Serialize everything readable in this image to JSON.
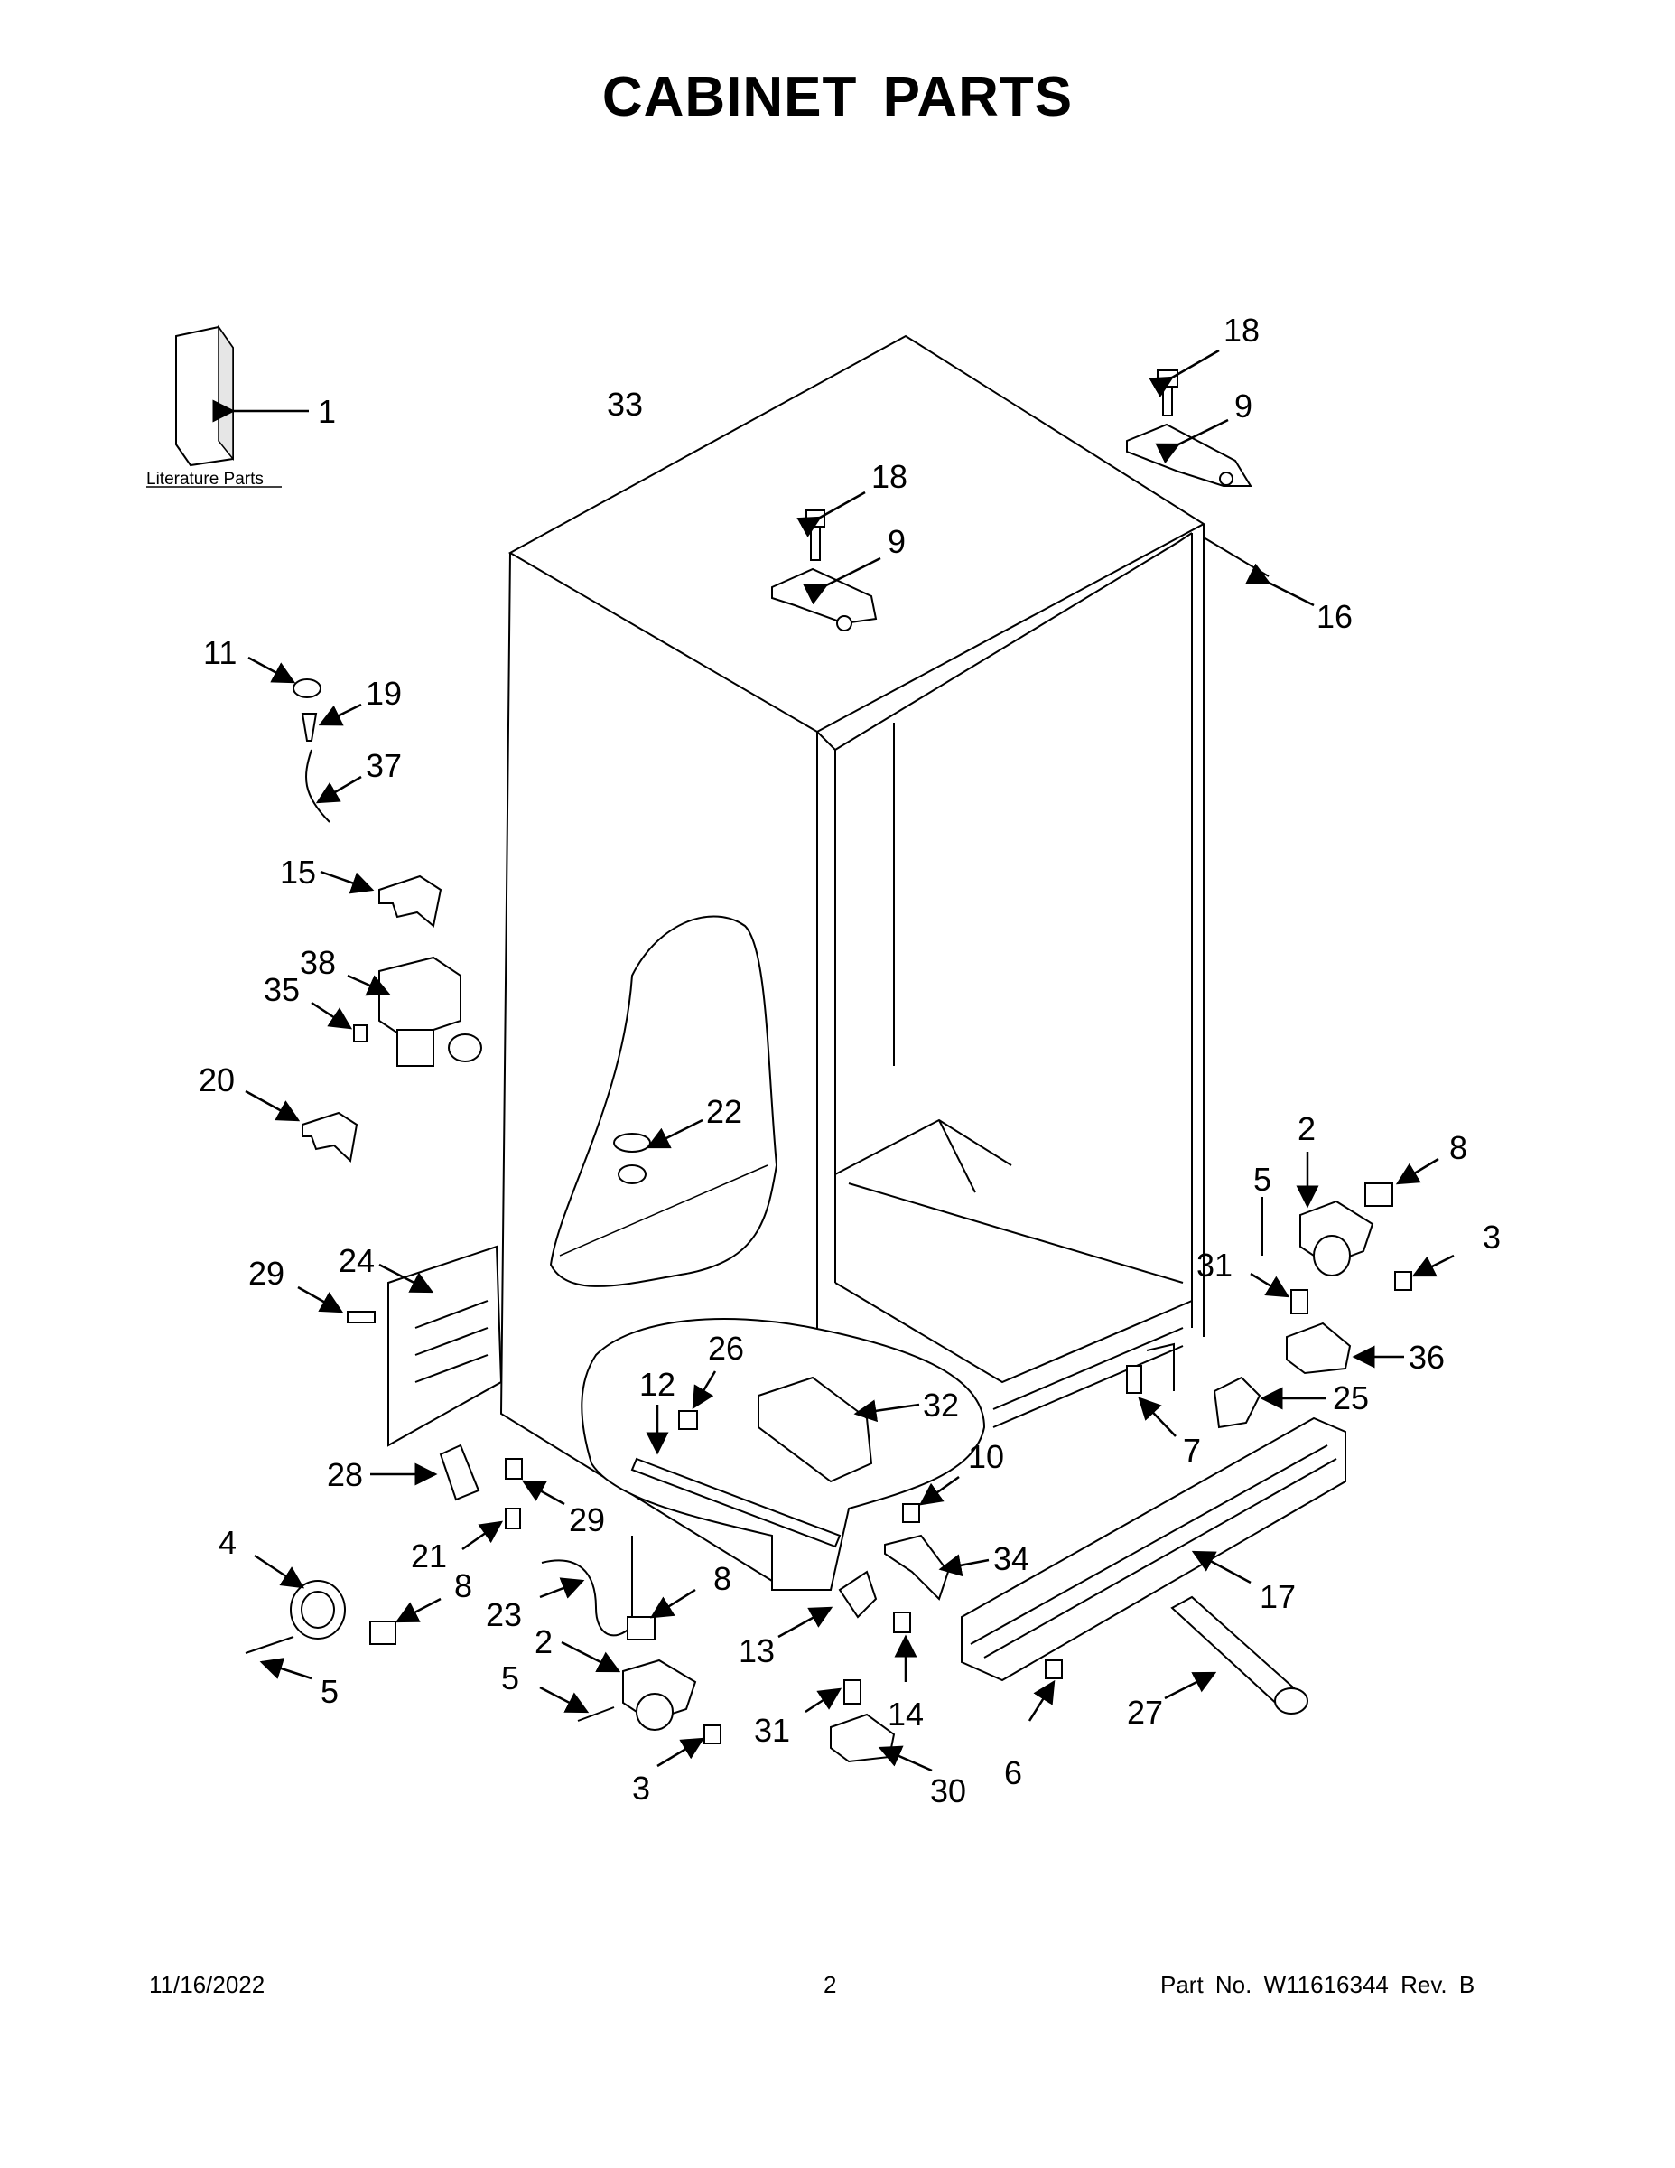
{
  "title": "CABINET PARTS",
  "literature_label": "Literature Parts",
  "callouts": {
    "c1": "1",
    "c33": "33",
    "c18a": "18",
    "c9a": "9",
    "c18b": "18",
    "c9b": "9",
    "c16": "16",
    "c11": "11",
    "c19": "19",
    "c37": "37",
    "c15": "15",
    "c38": "38",
    "c35": "35",
    "c20": "20",
    "c22": "22",
    "c2a": "2",
    "c8a": "8",
    "c5a": "5",
    "c3a": "3",
    "c31a": "31",
    "c36": "36",
    "c29a": "29",
    "c24": "24",
    "c26": "26",
    "c12": "12",
    "c32": "32",
    "c25": "25",
    "c7": "7",
    "c28": "28",
    "c10": "10",
    "c29b": "29",
    "c21": "21",
    "c4": "4",
    "c34": "34",
    "c17": "17",
    "c8b": "8",
    "c23": "23",
    "c8c": "8",
    "c13": "13",
    "c5b": "5",
    "c2b": "2",
    "c14": "14",
    "c27": "27",
    "c31b": "31",
    "c3b": "3",
    "c30": "30",
    "c6": "6"
  },
  "footer": {
    "date": "11/16/2022",
    "page": "2",
    "part_no": "Part No.  W11616344  Rev.  B"
  },
  "colors": {
    "line": "#000000",
    "shade": "#e6e6e6",
    "background": "#ffffff"
  }
}
